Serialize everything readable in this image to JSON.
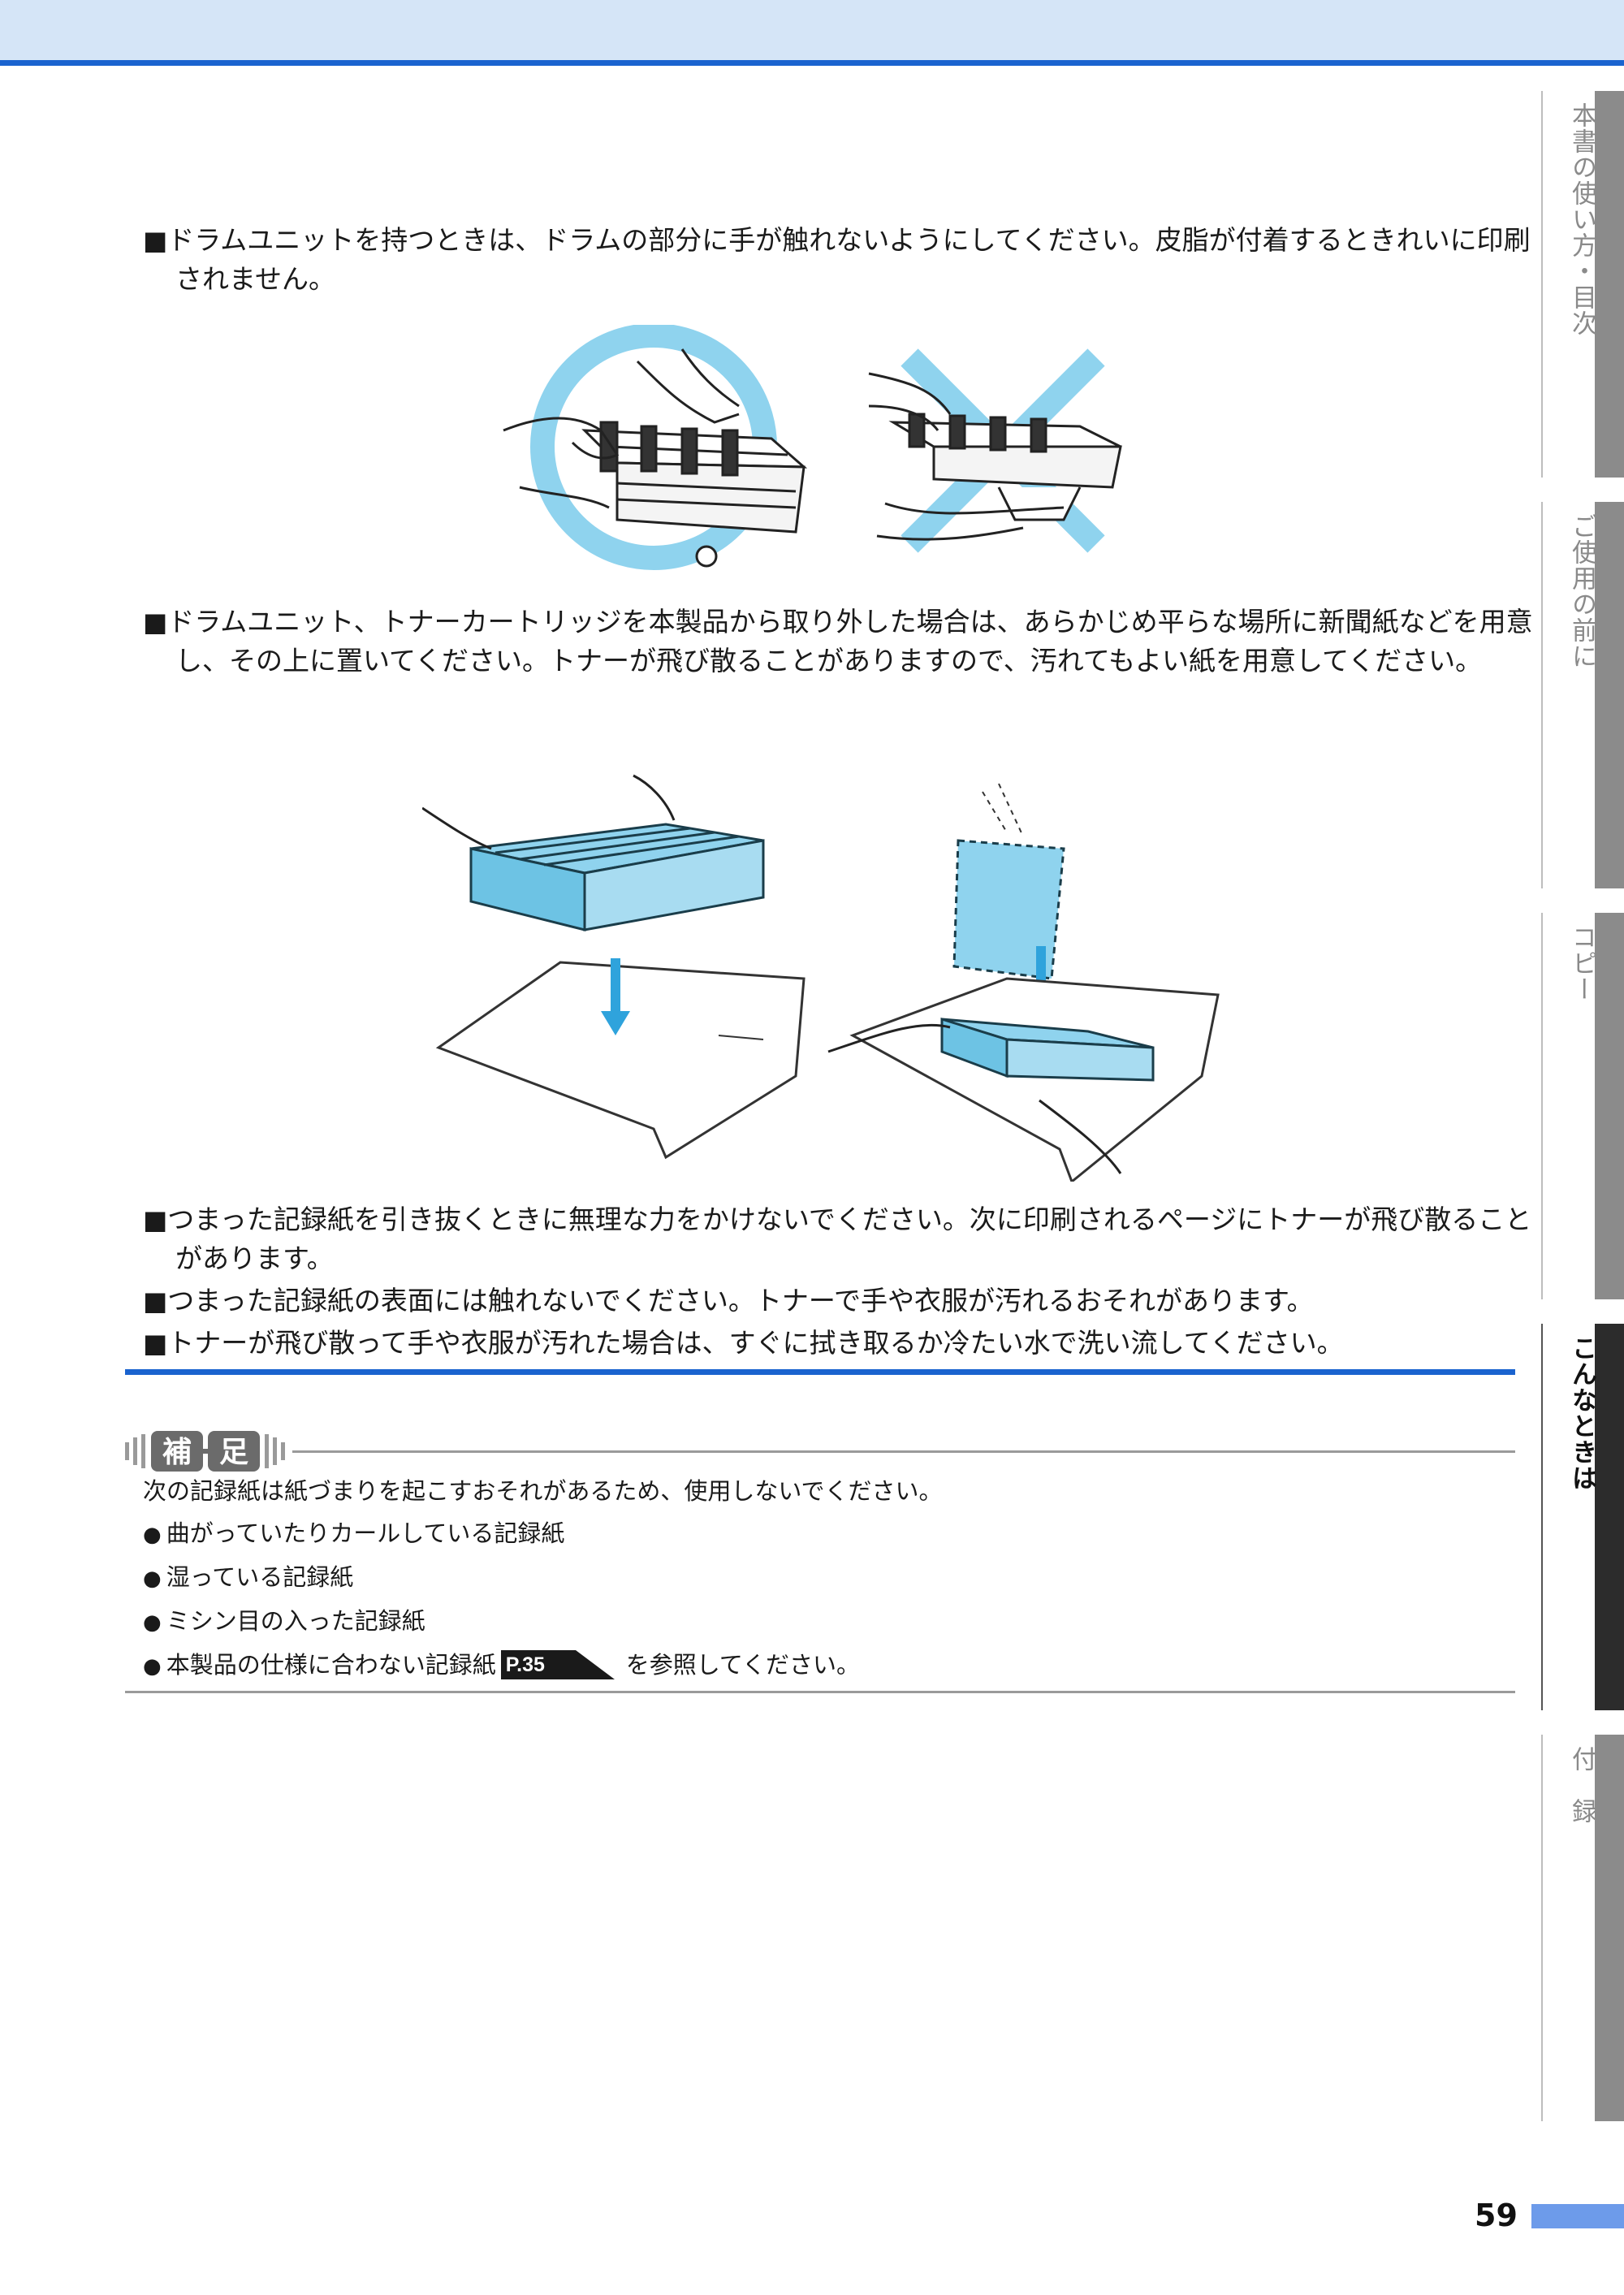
{
  "tabs": [
    {
      "label": "本書の使い方・目次",
      "active": false
    },
    {
      "label": "ご使用の前に",
      "active": false
    },
    {
      "label": "コピー",
      "active": false
    },
    {
      "label": "こんなときは",
      "active": true
    },
    {
      "label": "付　録",
      "active": false
    }
  ],
  "bullet_mark": "■",
  "paragraphs": [
    "ドラムユニットを持つときは、ドラムの部分に手が触れないようにしてください。皮脂が付着するときれいに印刷されません。",
    "ドラムユニット、トナーカートリッジを本製品から取り外した場合は、あらかじめ平らな場所に新聞紙などを用意し、その上に置いてください。トナーが飛び散ることがありますので、汚れてもよい紙を用意してください。",
    "つまった記録紙を引き抜くときに無理な力をかけないでください。次に印刷されるページにトナーが飛び散ることがあります。",
    "つまった記録紙の表面には触れないでください。トナーで手や衣服が汚れるおそれがあります。",
    "トナーが飛び散って手や衣服が汚れた場合は、すぐに拭き取るか冷たい水で洗い流してください。"
  ],
  "note": {
    "badge_char_1": "補",
    "badge_char_2": "足",
    "intro": "次の記録紙は紙づまりを起こすおそれがあるため、使用しないでください。",
    "dot": "●",
    "items": [
      "曲がっていたりカールしている記録紙",
      "湿っている記録紙",
      "ミシン目の入った記録紙",
      "本製品の仕様に合わない記録紙"
    ],
    "page_ref": "P.35",
    "last_suffix": "を参照してください。"
  },
  "page_number": "59",
  "colors": {
    "accent_blue": "#1a63cf",
    "header_band": "#d5e5f7",
    "illustration_cyan": "#8fd3ee",
    "page_bar": "#6d9bea"
  }
}
